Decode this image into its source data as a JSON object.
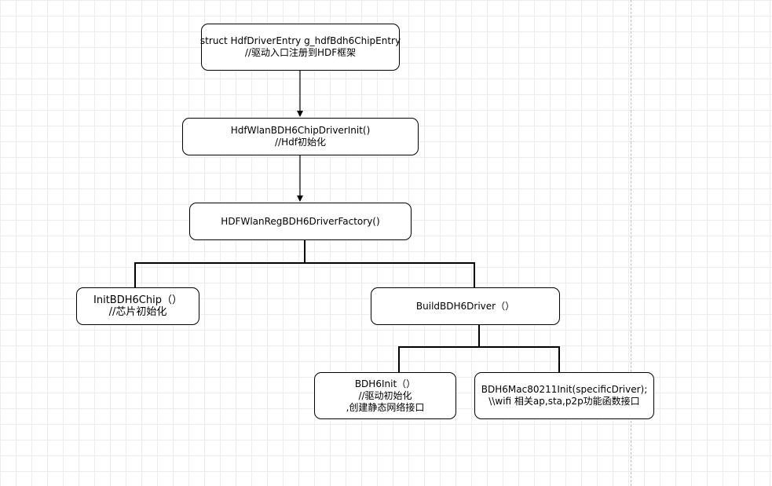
{
  "nodes": {
    "entry": {
      "line1": "struct HdfDriverEntry g_hdfBdh6ChipEntry",
      "line2": "//驱动入口注册到HDF框架"
    },
    "chip_driver_init": {
      "line1": "HdfWlanBDH6ChipDriverInit()",
      "line2": "//Hdf初始化"
    },
    "reg_driver_factory": {
      "line1": "HDFWlanRegBDH6DriverFactory()"
    },
    "init_chip": {
      "line1": "InitBDH6Chip（）",
      "line2": "//芯片初始化"
    },
    "build_driver": {
      "line1": "BuildBDH6Driver（）"
    },
    "bdh6_init": {
      "line1": "BDH6Init（）",
      "line2": "//驱动初始化",
      "line3": ",创建静态网络接口"
    },
    "mac80211_init": {
      "line1": "BDH6Mac80211Init(specificDriver);",
      "line2": "\\\\wifi 相关ap,sta,p2p功能函数接口"
    }
  }
}
